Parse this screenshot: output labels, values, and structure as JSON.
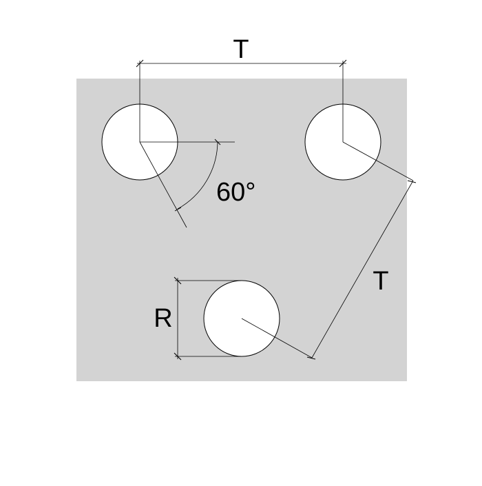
{
  "colors": {
    "plate": "#d3d3d3",
    "hole": "#ffffff",
    "line": "#000000",
    "background": "#ffffff"
  },
  "labels": {
    "top_dimension": "T",
    "diagonal_dimension": "T",
    "angle": "60°",
    "radius": "R"
  }
}
